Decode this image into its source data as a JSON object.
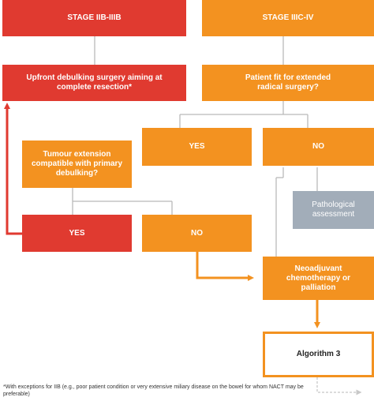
{
  "diagram": {
    "stage_iib_iiib": "STAGE IIB-IIIB",
    "stage_iiic_iv": "STAGE IIIC-IV",
    "upfront_debulking": "Upfront debulking surgery aiming at complete resection*",
    "patient_fit": "Patient fit for extended radical surgery?",
    "fit_yes": "YES",
    "fit_no": "NO",
    "tumour_extension": "Tumour extension compatible with primary debulking?",
    "extension_yes": "YES",
    "extension_no": "NO",
    "pathological_assessment": "Pathological assessment",
    "neoadjuvant": "Neoadjuvant chemotherapy or palliation",
    "algorithm_3": "Algorithm 3"
  },
  "footnote": "*With exceptions for IIB (e.g., poor patient condition or very extensive miliary disease on the bowel for whom NACT may be preferable)",
  "colors": {
    "red": "#e03a30",
    "orange": "#f39220",
    "grey": "#a2adb9",
    "connector": "#b9b9b9"
  }
}
